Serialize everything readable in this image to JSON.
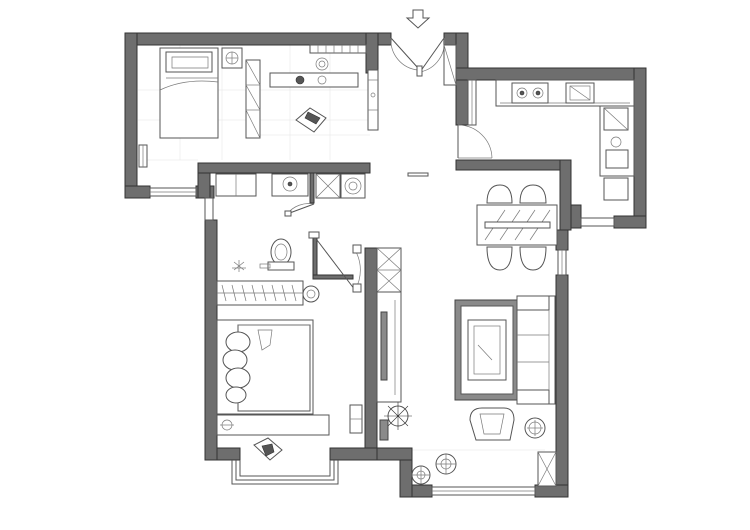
{
  "plan": {
    "entrance_arrow": "down-arrow-icon",
    "colors": {
      "wall": "#6e6e6e",
      "line": "#555555",
      "background": "#ffffff"
    },
    "rooms": [
      "master-bedroom",
      "study-area",
      "entry-hall",
      "kitchen",
      "dining-area",
      "bathroom",
      "second-bedroom",
      "living-room",
      "balcony"
    ]
  }
}
